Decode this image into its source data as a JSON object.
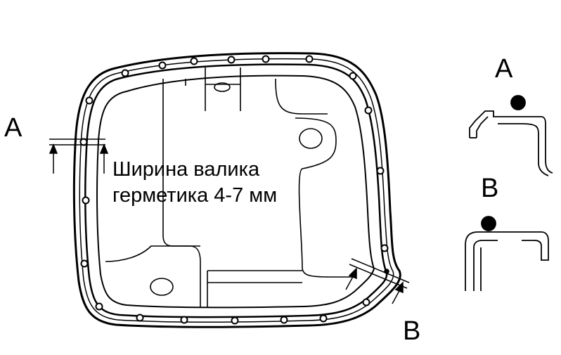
{
  "labels": {
    "section_a_left": "A",
    "section_a_right": "A",
    "section_b_right": "B",
    "section_b_bottom": "B"
  },
  "caption": {
    "line1": "Ширина валика",
    "line2": "герметика 4-7 мм"
  },
  "colors": {
    "ink": "#000000",
    "paper": "#ffffff"
  }
}
